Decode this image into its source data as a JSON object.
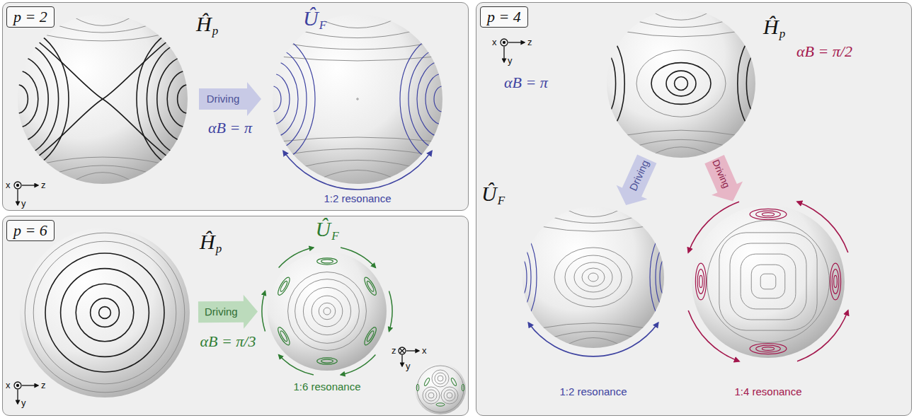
{
  "diagram": {
    "nodes": [
      {
        "text": [
          "p = 2"
        ]
      },
      {
        "text": [
          "Ĥp"
        ],
        "in": 0
      },
      {
        "text": [
          "ÛF",
          "1:2 resonance"
        ],
        "in": 0
      },
      {
        "text": [
          "p = 4"
        ]
      },
      {
        "text": [
          "Ĥp"
        ],
        "in": 3
      },
      {
        "text": [
          "ÛF",
          "1:2 resonance"
        ],
        "in": 3
      },
      {
        "text": [
          "1:4 resonance"
        ],
        "in": 3
      },
      {
        "text": [
          "p = 6"
        ]
      },
      {
        "text": [
          "Ĥp"
        ],
        "in": 7
      },
      {
        "text": [
          "ÛF",
          "1:6 resonance"
        ],
        "in": 7
      }
    ],
    "edges": [
      {
        "from": 1,
        "to": 2,
        "arrow": "to",
        "label": "Driving"
      },
      {
        "from": 4,
        "to": 5,
        "arrow": "to",
        "label": "Driving"
      },
      {
        "from": 4,
        "to": 6,
        "arrow": "to",
        "label": "Driving"
      },
      {
        "from": 8,
        "to": 9,
        "arrow": "to",
        "label": "Driving"
      }
    ],
    "labels": [
      "αB = π",
      "x",
      "z",
      "y",
      "x",
      "z",
      "y",
      "αB = π",
      "αB = π/2",
      "αB = π/3",
      "x",
      "z",
      "y",
      "z",
      "x",
      "y"
    ]
  }
}
